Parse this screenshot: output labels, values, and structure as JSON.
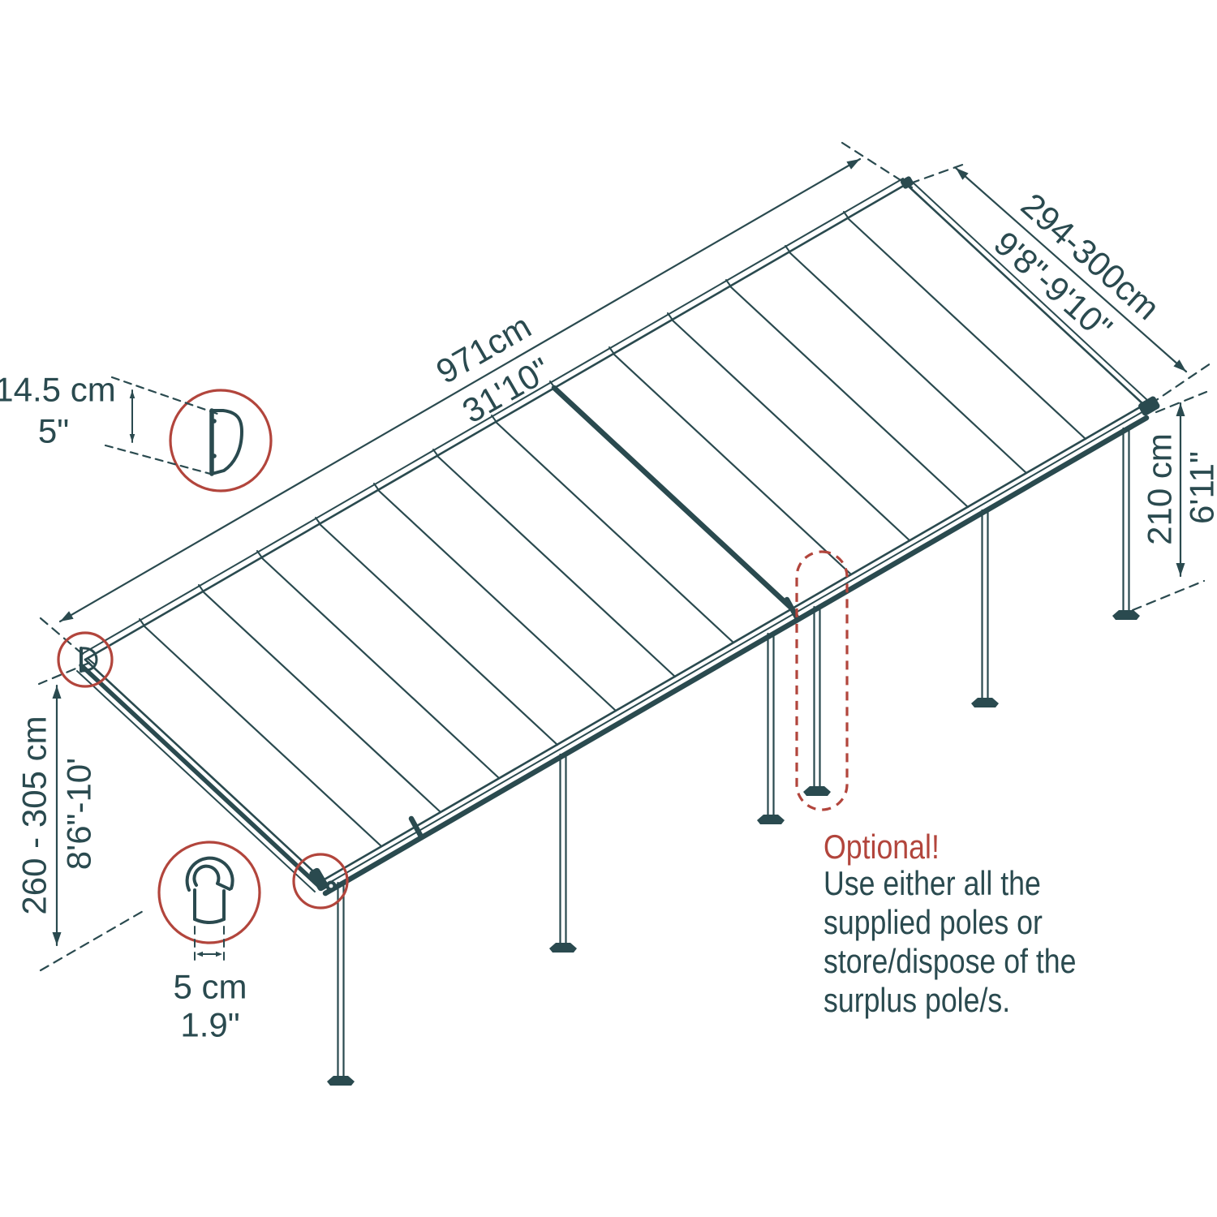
{
  "colors": {
    "ink": "#2a4a4f",
    "red": "#b2453c"
  },
  "dimensions": {
    "length": {
      "metric": "971cm",
      "imperial": "31'10\""
    },
    "width": {
      "metric": "294-300cm",
      "imperial": "9'8\"-9'10\""
    },
    "post_height": {
      "metric": "210 cm",
      "imperial": "6'11\""
    },
    "attach_height": {
      "metric": "260 - 305 cm",
      "imperial": "8'6\"-10'"
    },
    "profile_height": {
      "metric": "14.5 cm",
      "imperial": "5\""
    },
    "post_width": {
      "metric": "5 cm",
      "imperial": "1.9\""
    }
  },
  "note": {
    "title": "Optional!",
    "lines": [
      "Use either all the",
      "supplied poles or",
      "store/dispose of the",
      "surplus pole/s."
    ]
  }
}
